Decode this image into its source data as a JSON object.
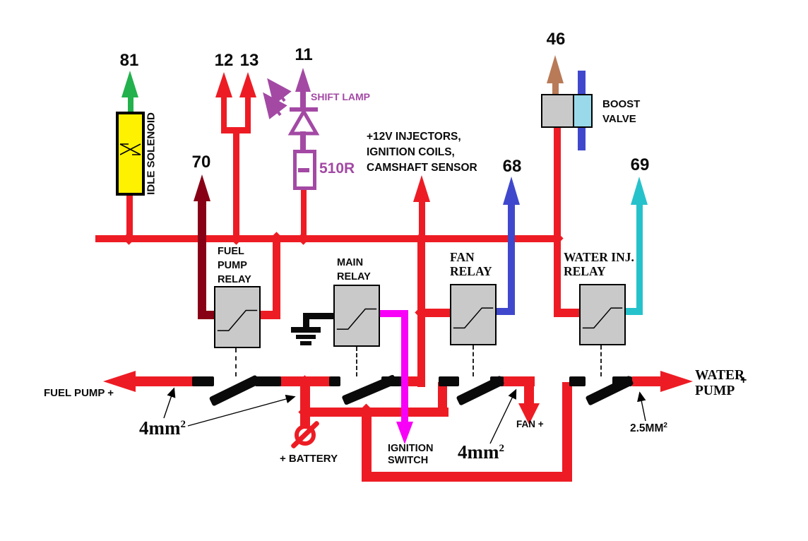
{
  "diagram": {
    "terminals": {
      "idle_solenoid_pin": "81",
      "pin_12": "12",
      "pin_13": "13",
      "shift_lamp_pin": "11",
      "fuel_pump_relay_pin": "70",
      "boost_valve_pin": "46",
      "fan_relay_pin": "68",
      "water_inj_relay_pin": "69"
    },
    "components": {
      "idle_solenoid": "IDLE SOLENOID",
      "shift_lamp": "SHIFT LAMP",
      "shift_lamp_resistor": "510R",
      "injector_feed_lines": [
        "+12V INJECTORS,",
        "IGNITION COILS,",
        "CAMSHAFT SENSOR"
      ],
      "boost_valve_lines": [
        "BOOST",
        "VALVE"
      ],
      "fuel_pump_relay_lines": [
        "FUEL",
        "PUMP",
        "RELAY"
      ],
      "main_relay_lines": [
        "MAIN",
        "RELAY"
      ],
      "fan_relay_lines": [
        "FAN",
        "RELAY"
      ],
      "water_inj_relay_lines": [
        "WATER INJ.",
        "RELAY"
      ]
    },
    "power": {
      "fuel_pump_output": "FUEL PUMP +",
      "battery": "+ BATTERY",
      "ignition_switch_lines": [
        "IGNITION",
        "SWITCH"
      ],
      "fan_output": "FAN +",
      "water_pump_lines": [
        "WATER",
        "PUMP"
      ],
      "water_pump_plus": "+"
    },
    "gauges": {
      "g4_base": "4mm",
      "g4_sup": "2",
      "g25_base": "2.5MM",
      "g25_sup": "2"
    },
    "colors": {
      "wire_red": "#ED1C24",
      "wire_dark_red": "#880015",
      "wire_green": "#22B14C",
      "wire_purple": "#A349A4",
      "wire_magenta": "#F800F8",
      "wire_blue": "#3F48CC",
      "wire_cyan": "#26C2CC",
      "wire_brown": "#B97A57",
      "solenoid_yellow": "#FFF200",
      "relay_gray": "#C9C9C9",
      "valve_light_blue": "#99D9EA"
    }
  }
}
